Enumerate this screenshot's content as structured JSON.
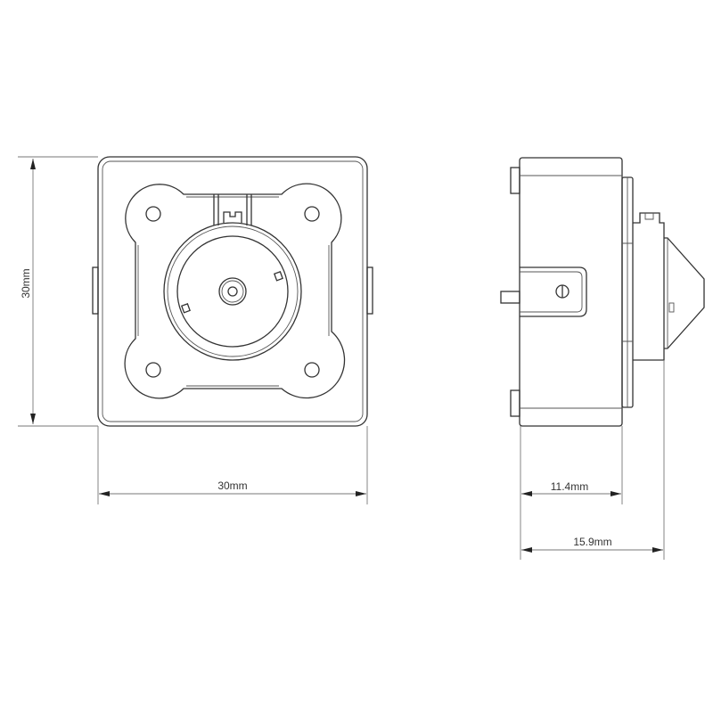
{
  "dimensions": {
    "front_height": "30mm",
    "front_width": "30mm",
    "side_body_depth": "11.4mm",
    "side_total_depth": "15.9mm"
  },
  "colors": {
    "line": "#333333",
    "dimension": "#777777",
    "background": "#ffffff"
  }
}
